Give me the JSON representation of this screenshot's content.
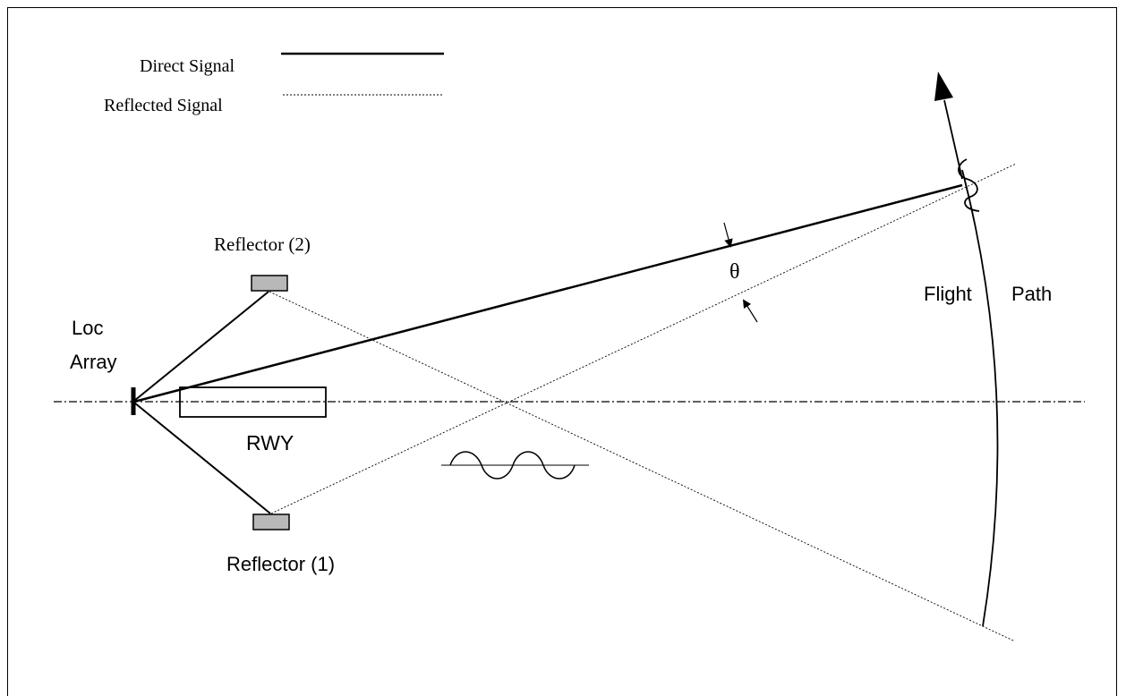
{
  "legend": {
    "direct_label": "Direct Signal",
    "reflected_label": "Reflected Signal"
  },
  "labels": {
    "loc_line1": "Loc",
    "loc_line2": "Array",
    "reflector2": "Reflector (2)",
    "reflector1": "Reflector (1)",
    "runway": "RWY",
    "theta": "θ",
    "flight_left": "Flight",
    "flight_right": "Path"
  },
  "colors": {
    "line": "#000000",
    "reflector_fill": "#b8b8b8"
  }
}
